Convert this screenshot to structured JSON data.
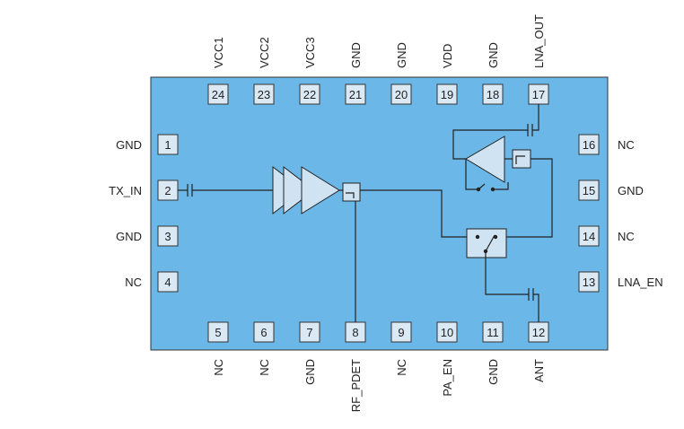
{
  "pins_top": [
    {
      "num": "24",
      "label": "VCC1"
    },
    {
      "num": "23",
      "label": "VCC2"
    },
    {
      "num": "22",
      "label": "VCC3"
    },
    {
      "num": "21",
      "label": "GND"
    },
    {
      "num": "20",
      "label": "GND"
    },
    {
      "num": "19",
      "label": "VDD"
    },
    {
      "num": "18",
      "label": "GND"
    },
    {
      "num": "17",
      "label": "LNA_OUT"
    }
  ],
  "pins_bottom": [
    {
      "num": "5",
      "label": "NC"
    },
    {
      "num": "6",
      "label": "NC"
    },
    {
      "num": "7",
      "label": "GND"
    },
    {
      "num": "8",
      "label": "RF_PDET"
    },
    {
      "num": "9",
      "label": "NC"
    },
    {
      "num": "10",
      "label": "PA_EN"
    },
    {
      "num": "11",
      "label": "GND"
    },
    {
      "num": "12",
      "label": "ANT"
    }
  ],
  "pins_left": [
    {
      "num": "1",
      "label": "GND"
    },
    {
      "num": "2",
      "label": "TX_IN"
    },
    {
      "num": "3",
      "label": "GND"
    },
    {
      "num": "4",
      "label": "NC"
    }
  ],
  "pins_right": [
    {
      "num": "16",
      "label": "NC"
    },
    {
      "num": "15",
      "label": "GND"
    },
    {
      "num": "14",
      "label": "NC"
    },
    {
      "num": "13",
      "label": "LNA_EN"
    }
  ],
  "colors": {
    "chip_body": "#6bb8e8",
    "chip_border": "#333333",
    "pin_box": "#dbe9f5"
  }
}
